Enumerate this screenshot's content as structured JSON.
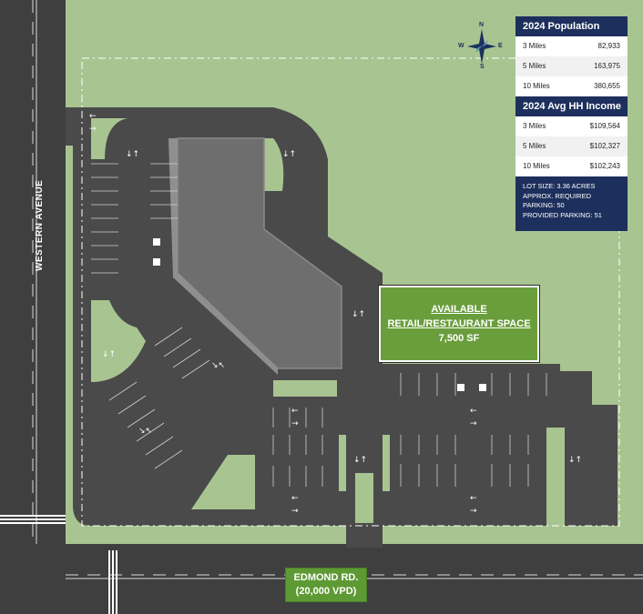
{
  "roads": {
    "western": "WESTERN AVENUE",
    "edmond_name": "EDMOND RD.",
    "edmond_vpd": "(20,000 VPD)"
  },
  "site": {
    "avail_line1": "AVAILABLE",
    "avail_line2": "RETAIL/RESTAURANT SPACE",
    "avail_line3": "7,500 SF"
  },
  "compass": {
    "n": "N",
    "s": "S",
    "e": "E",
    "w": "W"
  },
  "population": {
    "title": "2024 Population",
    "rows": [
      {
        "label": "3 Miles",
        "value": "82,933"
      },
      {
        "label": "5 Miles",
        "value": "163,975"
      },
      {
        "label": "10 Miles",
        "value": "380,655"
      }
    ]
  },
  "income": {
    "title": "2024 Avg HH Income",
    "rows": [
      {
        "label": "3 Miles",
        "value": "$109,564"
      },
      {
        "label": "5 Miles",
        "value": "$102,327"
      },
      {
        "label": "10 Miles",
        "value": "$102,243"
      }
    ]
  },
  "notes": {
    "lot_size": "LOT SIZE: 3.36 ACRES",
    "approx": "APPROX. REQUIRED",
    "parking": "PARKING: 50",
    "provided": "PROVIDED PARKING: 51"
  },
  "colors": {
    "grass": "#a8c491",
    "asphalt": "#4a4a4a",
    "building": "#6e6e6e",
    "highlight": "#6a9e3c",
    "navy": "#1d2f5c"
  }
}
